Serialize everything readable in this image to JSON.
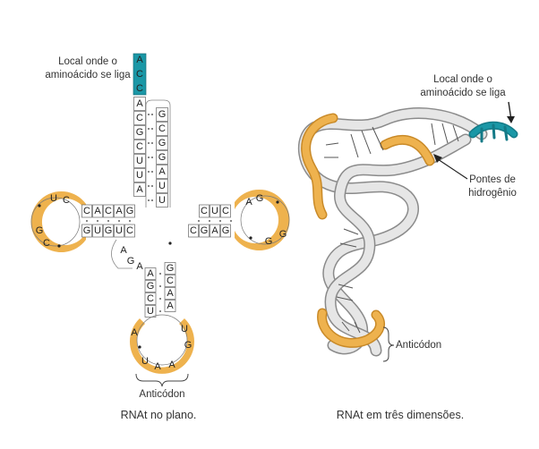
{
  "left": {
    "site_label_1": "Local onde o",
    "site_label_2": "aminoácido se liga",
    "acceptor_bases": [
      "A",
      "C",
      "C"
    ],
    "stem_5prime": [
      "A",
      "C",
      "G",
      "C",
      "U",
      "U",
      "A"
    ],
    "stem_3prime": [
      "G",
      "C",
      "G",
      "G",
      "A",
      "U",
      "U"
    ],
    "d_arm_top": [
      "C",
      "A",
      "C",
      "A",
      "G"
    ],
    "d_arm_bottom": [
      "G",
      "U",
      "G",
      "U",
      "C"
    ],
    "d_loop": [
      "U",
      "C",
      "G",
      "C"
    ],
    "t_arm_top": [
      "C",
      "U",
      "C"
    ],
    "t_arm_bottom": [
      "C",
      "G",
      "A",
      "G"
    ],
    "t_loop": [
      "A",
      "G",
      "G",
      "G"
    ],
    "variable": [
      "A",
      "G",
      "A"
    ],
    "anticodon_stem_left": [
      "A",
      "G",
      "C",
      "U"
    ],
    "anticodon_stem_right": [
      "G",
      "C",
      "A",
      "A"
    ],
    "anticodon_loop": [
      "A",
      "U",
      "A",
      "A",
      "G",
      "U"
    ],
    "anticodon_label": "Anticódon",
    "caption": "RNAt no plano."
  },
  "right": {
    "site_label_1": "Local onde o",
    "site_label_2": "aminoácido se liga",
    "bridge_label_1": "Pontes de",
    "bridge_label_2": "hidrogênio",
    "anticodon_label": "Anticódon",
    "caption": "RNAt em três dimensões."
  },
  "colors": {
    "orange": "#eeb24e",
    "teal": "#1a97a6",
    "ribbon": "#d9d9d9"
  }
}
